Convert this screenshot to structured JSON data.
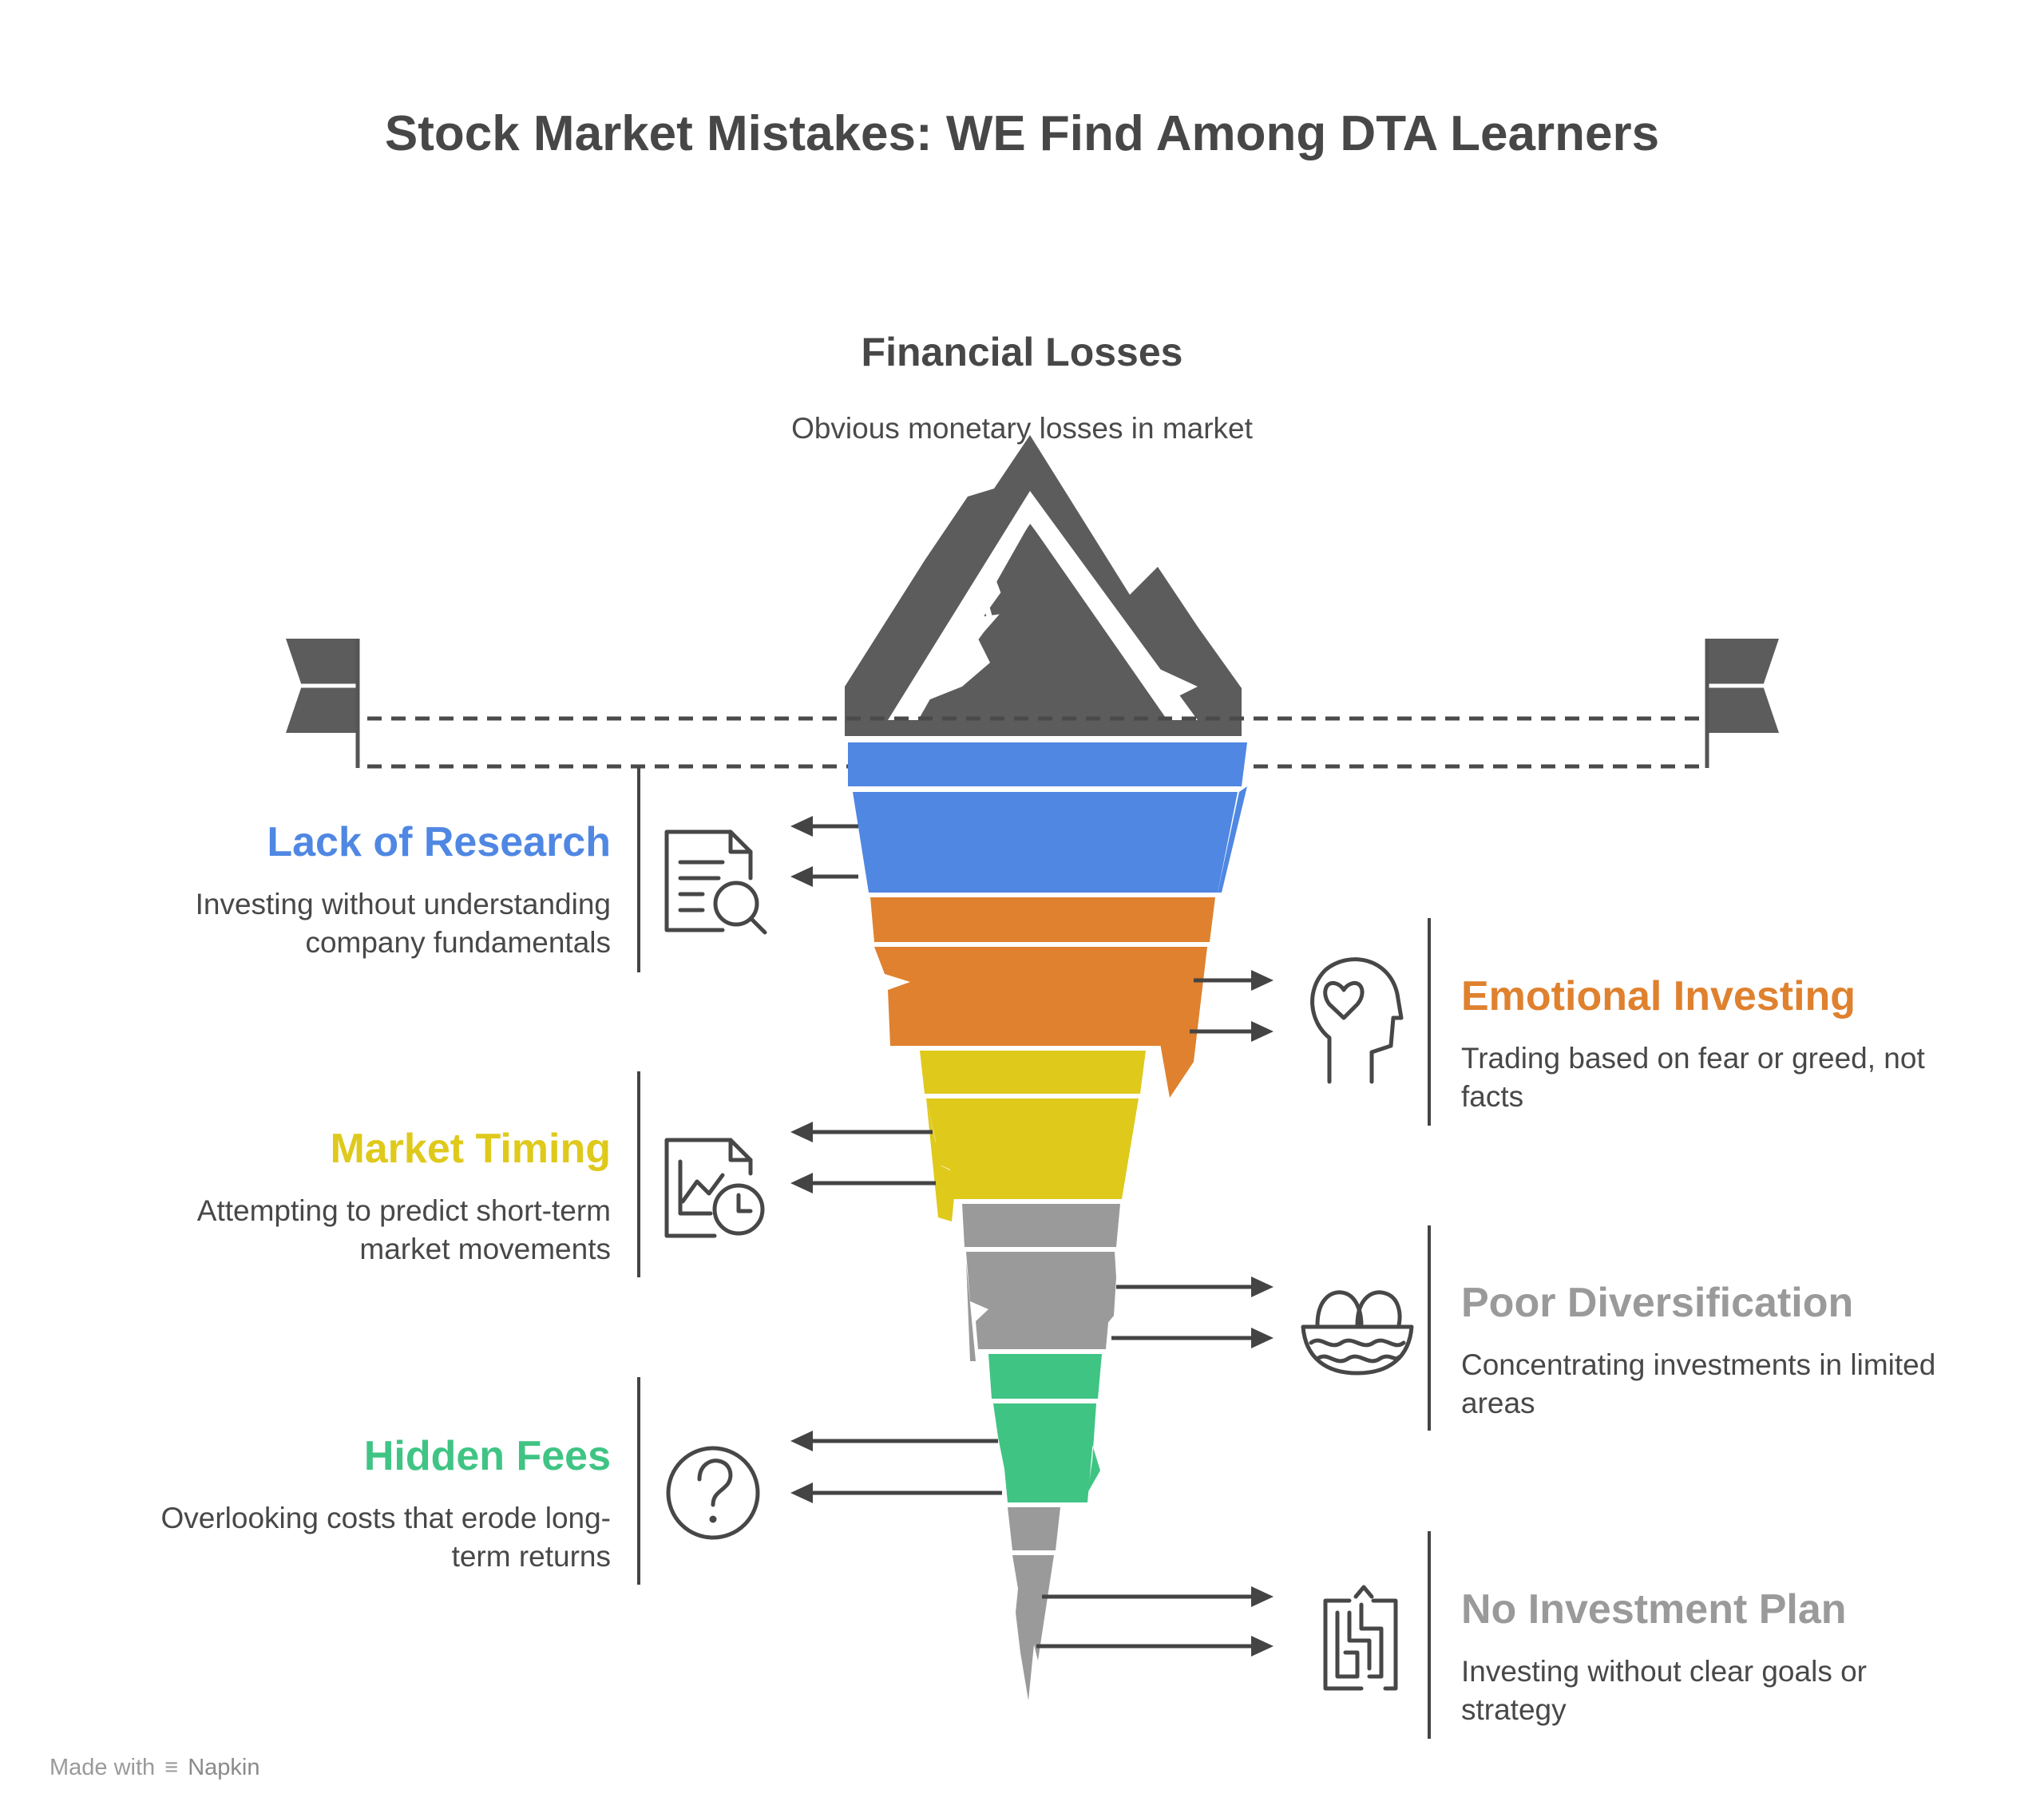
{
  "title": "Stock Market Mistakes: WE Find Among DTA Learners",
  "top": {
    "heading": "Financial Losses",
    "description": "Obvious monetary losses in market"
  },
  "levels": [
    {
      "title": "Lack of Research",
      "description": "Investing without understanding company fundamentals",
      "color": "#4f87e3",
      "side": "left",
      "icon": "document-search-icon"
    },
    {
      "title": "Emotional Investing",
      "description": "Trading based on fear or greed, not facts",
      "color": "#df812e",
      "side": "right",
      "icon": "head-heart-icon"
    },
    {
      "title": "Market Timing",
      "description": "Attempting to predict short-term market movements",
      "color": "#dfc91b",
      "side": "left",
      "icon": "chart-clock-icon"
    },
    {
      "title": "Poor Diversification",
      "description": "Concentrating investments in limited areas",
      "color": "#9a9a9a",
      "side": "right",
      "icon": "egg-basket-icon"
    },
    {
      "title": "Hidden Fees",
      "description": "Overlooking costs that erode long-term returns",
      "color": "#3fc484",
      "side": "left",
      "icon": "question-mark-icon"
    },
    {
      "title": "No Investment Plan",
      "description": "Investing without clear goals or strategy",
      "color": "#9a9a9a",
      "side": "right",
      "icon": "maze-icon"
    }
  ],
  "footer": {
    "made_with": "Made with",
    "brand": "Napkin"
  }
}
